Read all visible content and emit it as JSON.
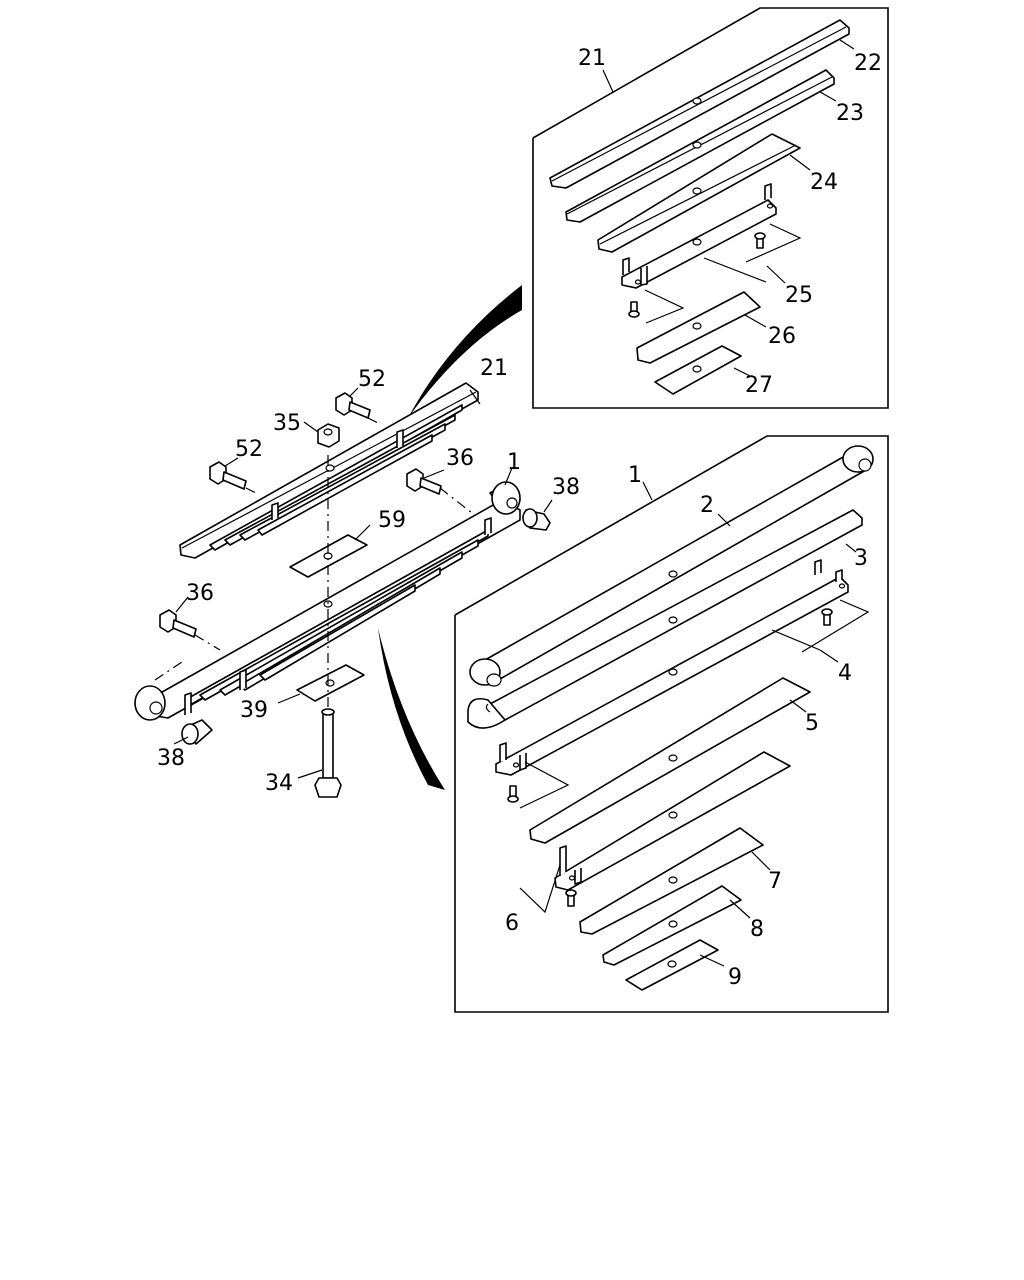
{
  "diagram": {
    "callouts": {
      "upper_inset": [
        "21",
        "22",
        "23",
        "24",
        "25",
        "26",
        "27"
      ],
      "lower_inset": [
        "1",
        "2",
        "3",
        "4",
        "5",
        "6",
        "7",
        "8",
        "9"
      ],
      "main": [
        "52",
        "21",
        "35",
        "52",
        "36",
        "1",
        "38",
        "59",
        "36",
        "39",
        "38",
        "34"
      ]
    }
  }
}
